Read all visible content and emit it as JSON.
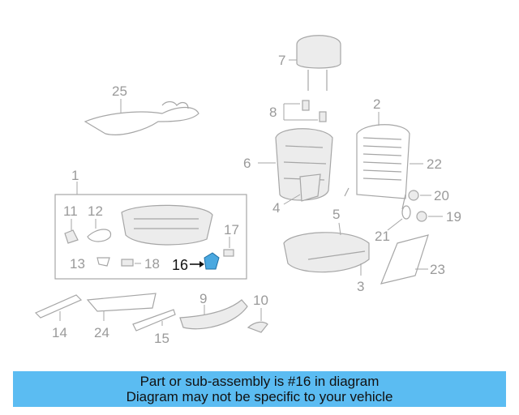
{
  "diagram": {
    "callouts": [
      "1",
      "2",
      "3",
      "4",
      "5",
      "6",
      "7",
      "8",
      "9",
      "10",
      "11",
      "12",
      "13",
      "14",
      "15",
      "16",
      "17",
      "18",
      "19",
      "20",
      "21",
      "22",
      "23",
      "24",
      "25"
    ],
    "highlighted_callout": "16",
    "colors": {
      "parts": "#a6a6a6",
      "highlight_part": "#4aa8e0",
      "text": "#9a9a9a"
    }
  },
  "banner": {
    "line1": "Part or sub-assembly is #16 in diagram",
    "line2": "Diagram may not be specific to your vehicle",
    "background": "#5bbcf2"
  }
}
